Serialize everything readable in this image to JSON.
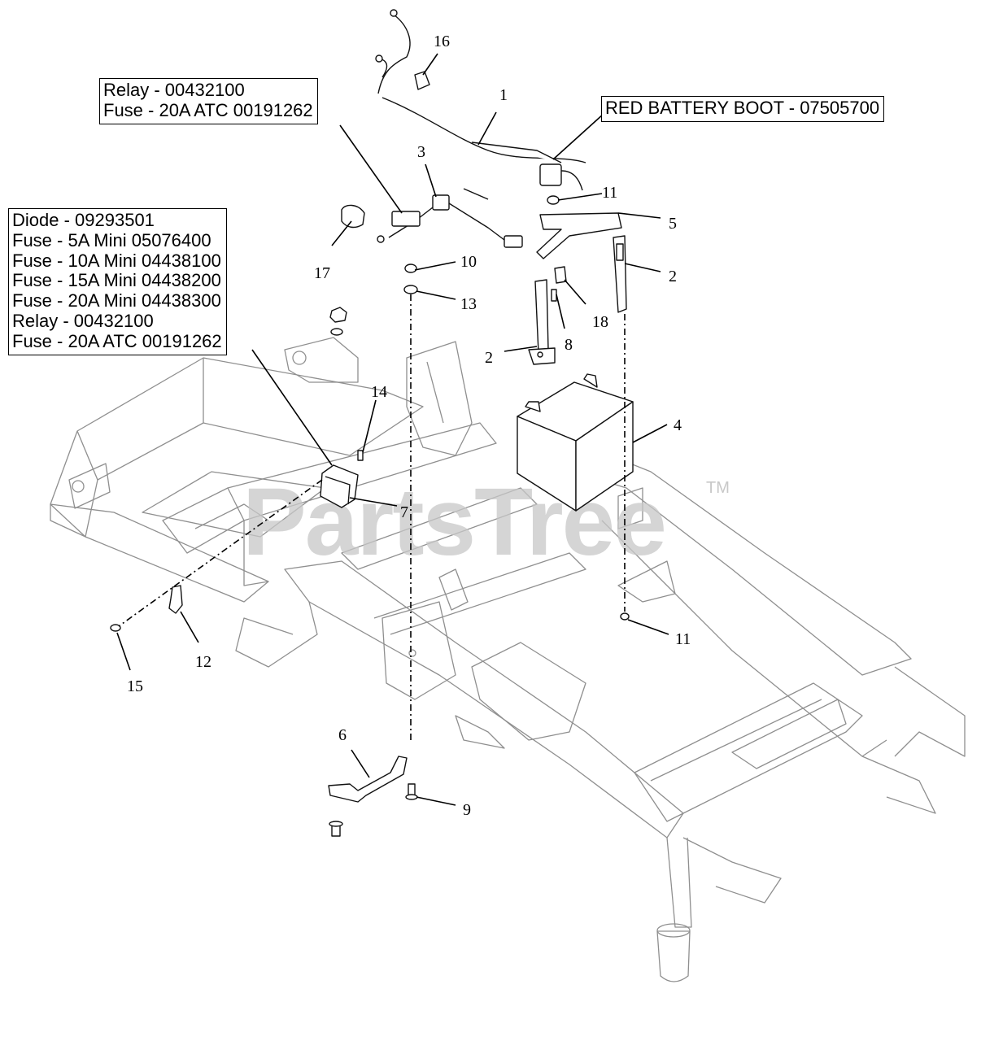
{
  "callouts": {
    "relay_box": [
      "Relay - 00432100",
      "Fuse - 20A ATC 00191262"
    ],
    "boot_box": [
      "RED BATTERY BOOT - 07505700"
    ],
    "fuse_box": [
      "Diode - 09293501",
      "Fuse - 5A Mini 05076400",
      "Fuse - 10A Mini 04438100",
      "Fuse - 15A Mini 04438200",
      "Fuse - 20A Mini 04438300",
      "Relay - 00432100",
      "Fuse - 20A ATC 00191262"
    ]
  },
  "part_numbers": {
    "p1": "1",
    "p2a": "2",
    "p2b": "2",
    "p3": "3",
    "p4": "4",
    "p5": "5",
    "p6": "6",
    "p7": "7",
    "p8": "8",
    "p9": "9",
    "p10": "10",
    "p11a": "11",
    "p11b": "11",
    "p12": "12",
    "p13": "13",
    "p14": "14",
    "p15": "15",
    "p16": "16",
    "p17": "17",
    "p18": "18"
  },
  "watermark": {
    "text": "PartsTree",
    "tm": "TM"
  },
  "colors": {
    "line": "#000000",
    "frame": "#8f8f8f",
    "watermark": "#c8c8c8"
  }
}
